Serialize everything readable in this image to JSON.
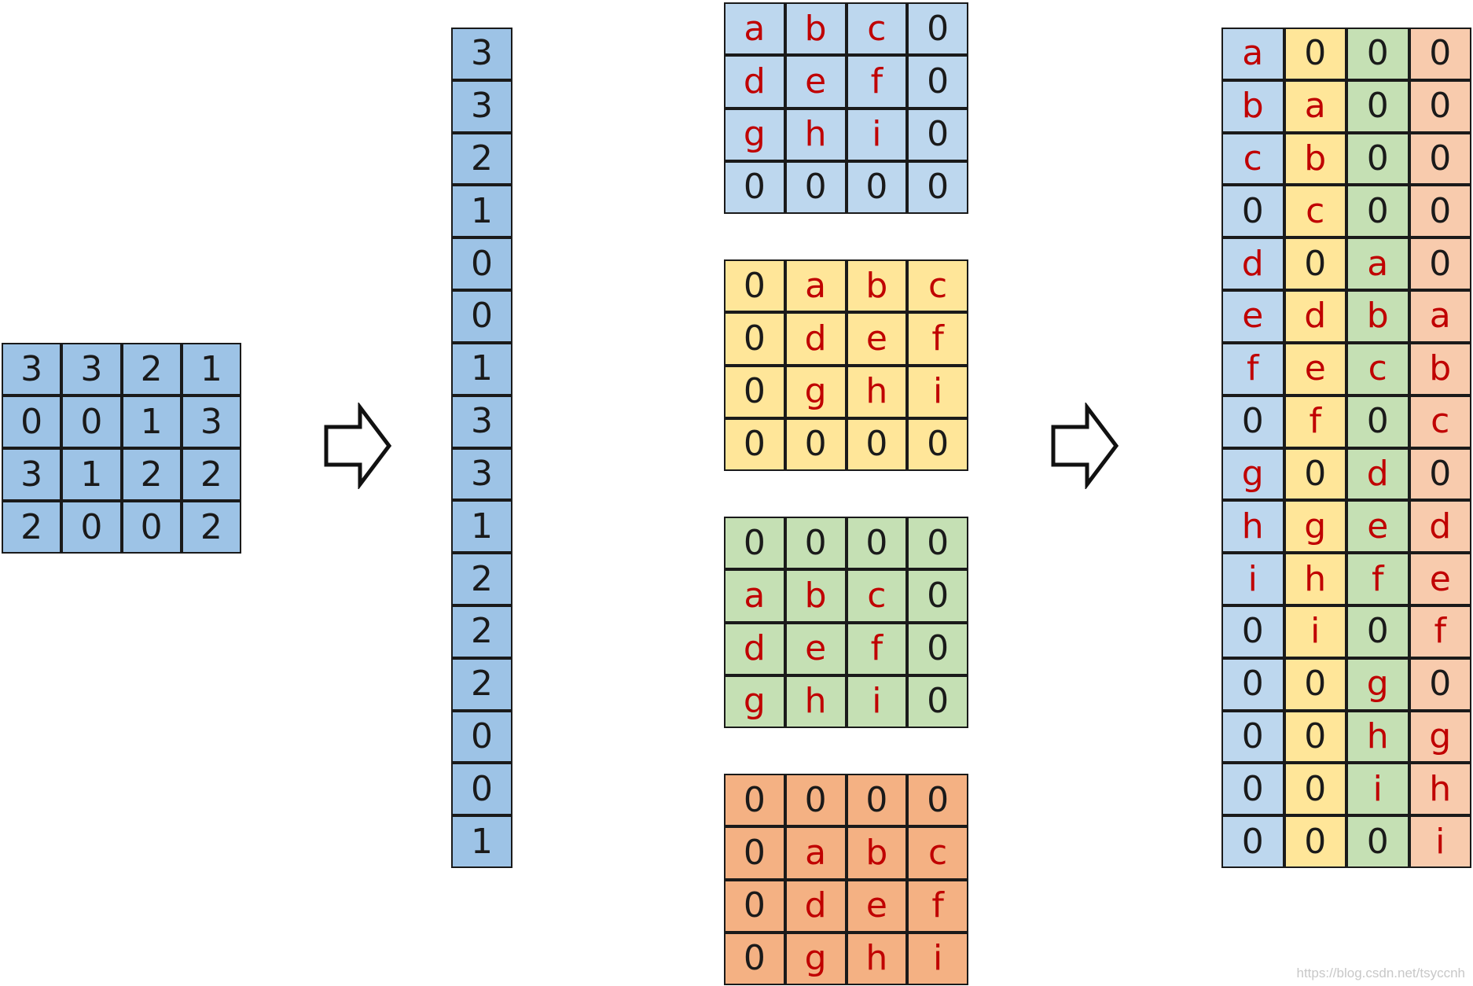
{
  "colors": {
    "input": "#9dc3e6",
    "vector": "#9dc3e6",
    "shift_blue": "#bdd7ee",
    "shift_yellow": "#ffe699",
    "shift_green": "#c5e0b4",
    "shift_orange": "#f4b183",
    "output_columns": [
      "#bdd7ee",
      "#ffe699",
      "#c5e0b4",
      "#f8cbad"
    ],
    "variable_text": "#c00000",
    "zero_text": "#1a1a1a"
  },
  "input_matrix": [
    [
      "3",
      "3",
      "2",
      "1"
    ],
    [
      "0",
      "0",
      "1",
      "3"
    ],
    [
      "3",
      "1",
      "2",
      "2"
    ],
    [
      "2",
      "0",
      "0",
      "2"
    ]
  ],
  "flattened_vector": [
    "3",
    "3",
    "2",
    "1",
    "0",
    "0",
    "1",
    "3",
    "3",
    "1",
    "2",
    "2",
    "2",
    "0",
    "0",
    "1"
  ],
  "shifted_kernels": [
    {
      "color": "blue",
      "cells": [
        [
          "a",
          "b",
          "c",
          "0"
        ],
        [
          "d",
          "e",
          "f",
          "0"
        ],
        [
          "g",
          "h",
          "i",
          "0"
        ],
        [
          "0",
          "0",
          "0",
          "0"
        ]
      ]
    },
    {
      "color": "yellow",
      "cells": [
        [
          "0",
          "a",
          "b",
          "c"
        ],
        [
          "0",
          "d",
          "e",
          "f"
        ],
        [
          "0",
          "g",
          "h",
          "i"
        ],
        [
          "0",
          "0",
          "0",
          "0"
        ]
      ]
    },
    {
      "color": "green",
      "cells": [
        [
          "0",
          "0",
          "0",
          "0"
        ],
        [
          "a",
          "b",
          "c",
          "0"
        ],
        [
          "d",
          "e",
          "f",
          "0"
        ],
        [
          "g",
          "h",
          "i",
          "0"
        ]
      ]
    },
    {
      "color": "orange",
      "cells": [
        [
          "0",
          "0",
          "0",
          "0"
        ],
        [
          "0",
          "a",
          "b",
          "c"
        ],
        [
          "0",
          "d",
          "e",
          "f"
        ],
        [
          "0",
          "g",
          "h",
          "i"
        ]
      ]
    }
  ],
  "output_matrix": [
    [
      "a",
      "0",
      "0",
      "0"
    ],
    [
      "b",
      "a",
      "0",
      "0"
    ],
    [
      "c",
      "b",
      "0",
      "0"
    ],
    [
      "0",
      "c",
      "0",
      "0"
    ],
    [
      "d",
      "0",
      "a",
      "0"
    ],
    [
      "e",
      "d",
      "b",
      "a"
    ],
    [
      "f",
      "e",
      "c",
      "b"
    ],
    [
      "0",
      "f",
      "0",
      "c"
    ],
    [
      "g",
      "0",
      "d",
      "0"
    ],
    [
      "h",
      "g",
      "e",
      "d"
    ],
    [
      "i",
      "h",
      "f",
      "e"
    ],
    [
      "0",
      "i",
      "0",
      "f"
    ],
    [
      "0",
      "0",
      "g",
      "0"
    ],
    [
      "0",
      "0",
      "h",
      "g"
    ],
    [
      "0",
      "0",
      "i",
      "h"
    ],
    [
      "0",
      "0",
      "0",
      "i"
    ]
  ],
  "arrow_icon": "hollow-right-arrow",
  "watermark": "https://blog.csdn.net/tsyccnh"
}
